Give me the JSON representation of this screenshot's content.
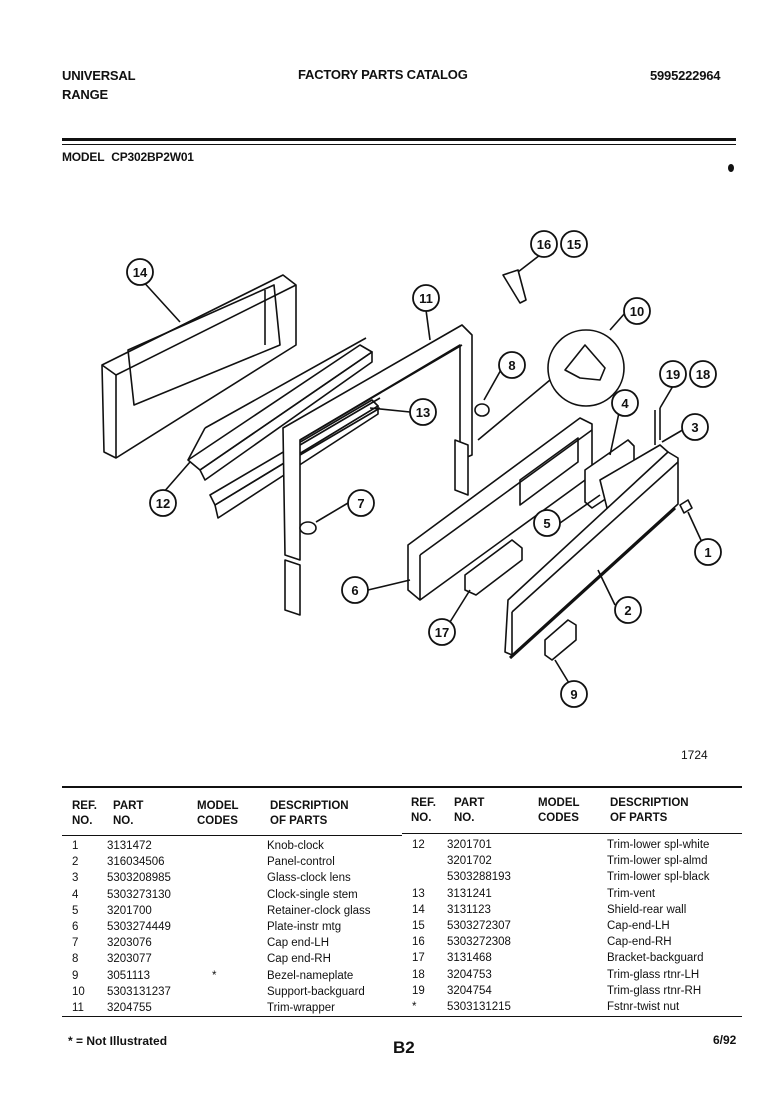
{
  "header": {
    "brand_line1": "UNIVERSAL",
    "brand_line2": "RANGE",
    "catalog_title": "FACTORY PARTS CATALOG",
    "catalog_number": "5995222964",
    "model_label": "MODEL",
    "model_number": "CP302BP2W01"
  },
  "diagram": {
    "figure_number": "1724",
    "callouts": [
      "1",
      "2",
      "3",
      "4",
      "5",
      "6",
      "7",
      "8",
      "9",
      "10",
      "11",
      "12",
      "13",
      "14",
      "15",
      "16",
      "17",
      "18",
      "19"
    ]
  },
  "table": {
    "headers": {
      "ref_no": [
        "REF.",
        "NO."
      ],
      "part_no": [
        "PART",
        "NO."
      ],
      "model_codes": [
        "MODEL",
        "CODES"
      ],
      "description": [
        "DESCRIPTION",
        "OF PARTS"
      ]
    },
    "left_rows": [
      {
        "ref": "1",
        "part": "3131472",
        "code": "",
        "desc": "Knob-clock"
      },
      {
        "ref": "2",
        "part": "316034506",
        "code": "",
        "desc": "Panel-control"
      },
      {
        "ref": "3",
        "part": "5303208985",
        "code": "",
        "desc": "Glass-clock lens"
      },
      {
        "ref": "4",
        "part": "5303273130",
        "code": "",
        "desc": "Clock-single stem"
      },
      {
        "ref": "5",
        "part": "3201700",
        "code": "",
        "desc": "Retainer-clock glass"
      },
      {
        "ref": "6",
        "part": "5303274449",
        "code": "",
        "desc": "Plate-instr mtg"
      },
      {
        "ref": "7",
        "part": "3203076",
        "code": "",
        "desc": "Cap end-LH"
      },
      {
        "ref": "8",
        "part": "3203077",
        "code": "",
        "desc": "Cap end-RH"
      },
      {
        "ref": "9",
        "part": "3051113",
        "code": "*",
        "desc": "Bezel-nameplate"
      },
      {
        "ref": "10",
        "part": "5303131237",
        "code": "",
        "desc": "Support-backguard"
      },
      {
        "ref": "11",
        "part": "3204755",
        "code": "",
        "desc": "Trim-wrapper"
      }
    ],
    "right_rows": [
      {
        "ref": "12",
        "part": "3201701",
        "code": "",
        "desc": "Trim-lower spl-white"
      },
      {
        "ref": "",
        "part": "3201702",
        "code": "",
        "desc": "Trim-lower spl-almd"
      },
      {
        "ref": "",
        "part": "5303288193",
        "code": "",
        "desc": "Trim-lower spl-black"
      },
      {
        "ref": "13",
        "part": "3131241",
        "code": "",
        "desc": "Trim-vent"
      },
      {
        "ref": "14",
        "part": "3131123",
        "code": "",
        "desc": "Shield-rear wall"
      },
      {
        "ref": "15",
        "part": "5303272307",
        "code": "",
        "desc": "Cap-end-LH"
      },
      {
        "ref": "16",
        "part": "5303272308",
        "code": "",
        "desc": "Cap-end-RH"
      },
      {
        "ref": "17",
        "part": "3131468",
        "code": "",
        "desc": "Bracket-backguard"
      },
      {
        "ref": "18",
        "part": "3204753",
        "code": "",
        "desc": "Trim-glass rtnr-LH"
      },
      {
        "ref": "19",
        "part": "3204754",
        "code": "",
        "desc": "Trim-glass rtnr-RH"
      },
      {
        "ref": "*",
        "part": "5303131215",
        "code": "",
        "desc": "Fstnr-twist nut"
      }
    ]
  },
  "footer": {
    "note": "* = Not Illustrated",
    "page": "B2",
    "date": "6/92"
  }
}
